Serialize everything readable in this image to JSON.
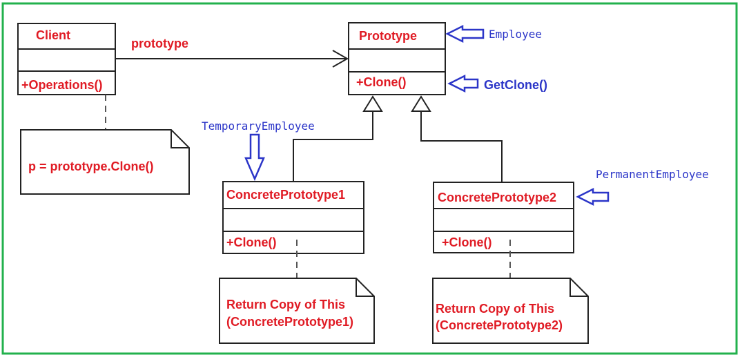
{
  "client": {
    "name": "Client",
    "operation": "+Operations()"
  },
  "association": {
    "label": "prototype"
  },
  "prototype": {
    "name": "Prototype",
    "operation": "+Clone()"
  },
  "concrete1": {
    "name": "ConcretePrototype1",
    "operation": "+Clone()"
  },
  "concrete2": {
    "name": "ConcretePrototype2",
    "operation": "+Clone()"
  },
  "notes": {
    "client_note": "p = prototype.Clone()",
    "concrete1_note": [
      "Return Copy of This",
      "(ConcretePrototype1)"
    ],
    "concrete2_note": [
      "Return Copy of This",
      "(ConcretePrototype2)"
    ]
  },
  "annotations": {
    "employee": "Employee",
    "get_clone": "GetClone()",
    "temporary_employee": "TemporaryEmployee",
    "permanent_employee": "PermanentEmployee"
  },
  "colors": {
    "frame": "#22b14c",
    "class_text": "#e01b24",
    "annotation": "#2b35c8"
  }
}
